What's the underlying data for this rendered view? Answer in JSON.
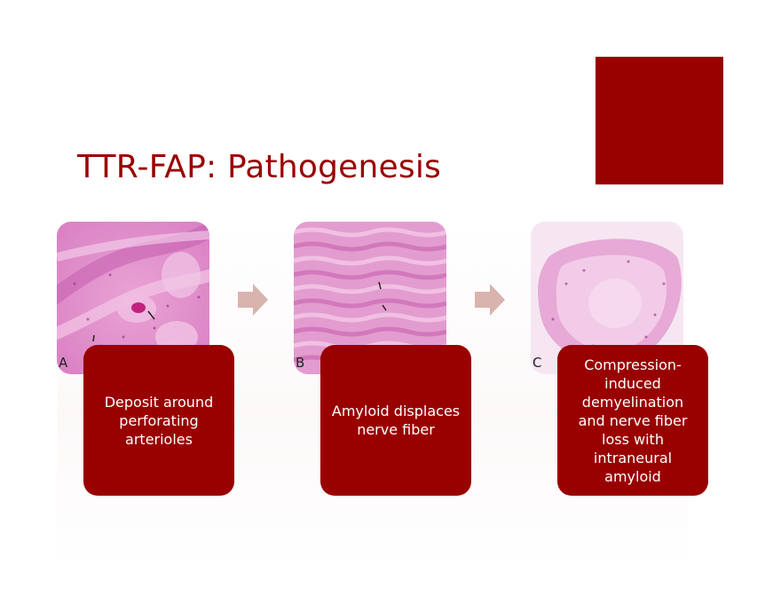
{
  "slide": {
    "title": "TTR-FAP: Pathogenesis",
    "accent_color": "#990000",
    "steps": [
      {
        "letter": "A",
        "text": "Deposit around perforating arterioles"
      },
      {
        "letter": "B",
        "text": "Amyloid displaces nerve fiber"
      },
      {
        "letter": "C",
        "text": "Compression-induced demyelination and nerve fiber loss with intraneural amyloid"
      }
    ],
    "arrow_color": "#d9b3ad"
  }
}
